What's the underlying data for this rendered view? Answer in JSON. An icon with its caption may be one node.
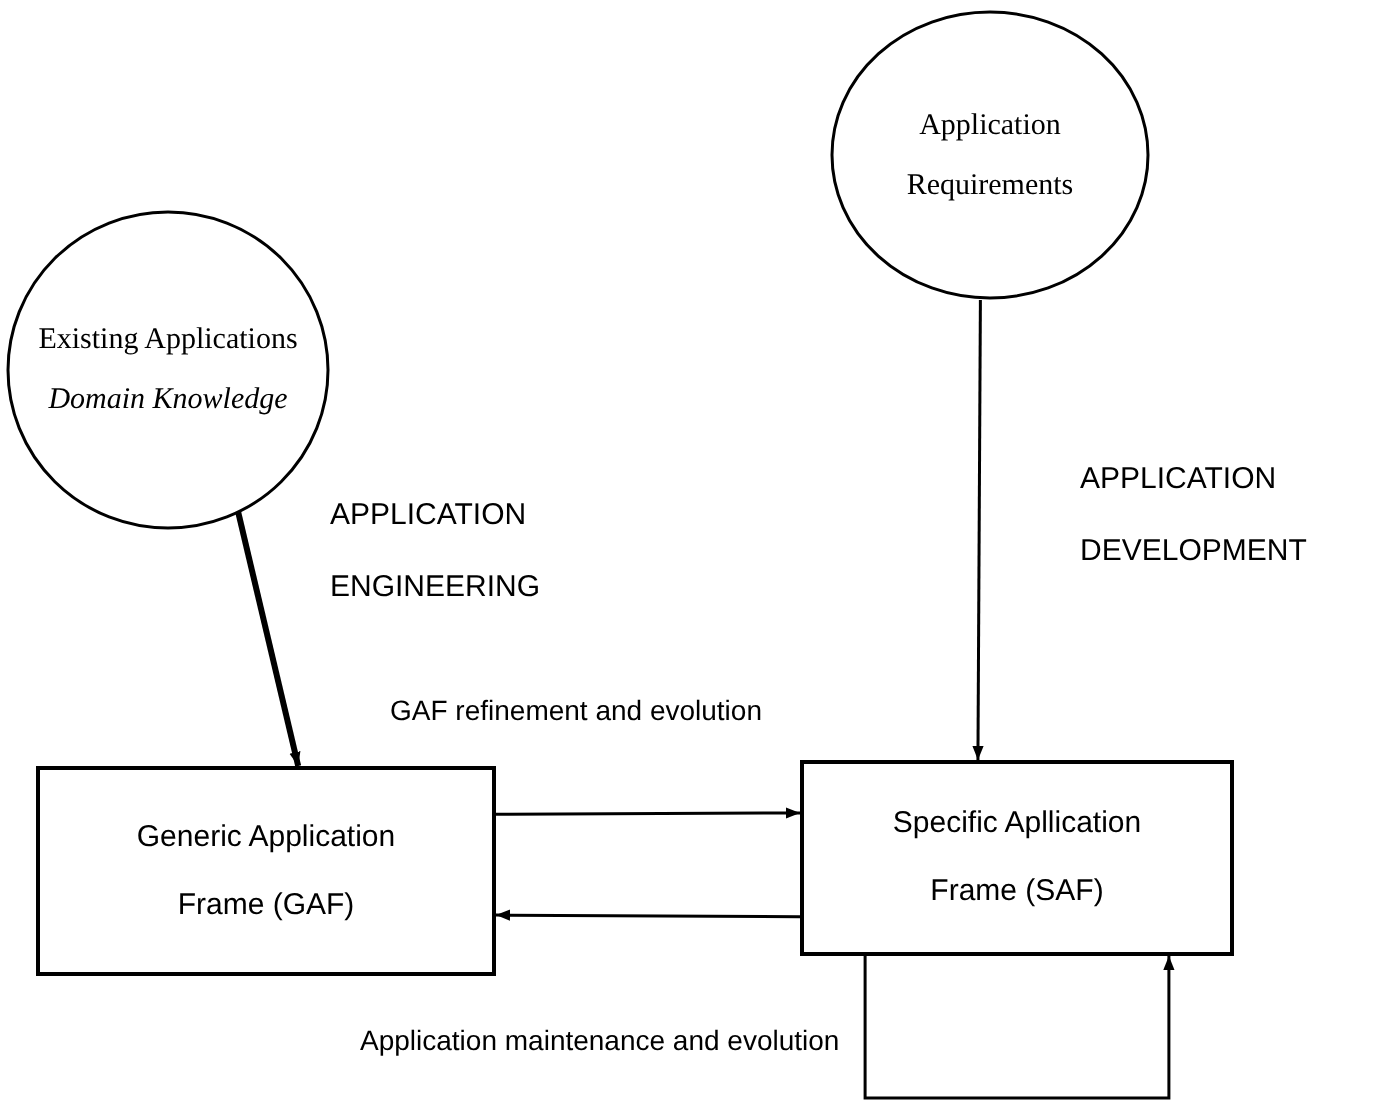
{
  "diagram": {
    "nodes": [
      {
        "text": [
          "Existing Applications",
          "Domain Knowledge"
        ]
      },
      {
        "text": [
          "Application Requirements"
        ]
      },
      {
        "text": [
          "Generic Application Frame (GAF)"
        ]
      },
      {
        "text": [
          "Specific Apllication Frame (SAF)"
        ]
      }
    ],
    "edges": [
      {
        "from": 0,
        "to": 2,
        "arrow": "to",
        "style": "thick",
        "label": "APPLICATION ENGINEERING"
      },
      {
        "from": 1,
        "to": 3,
        "arrow": "to",
        "label": "APPLICATION DEVELOPMENT"
      },
      {
        "from": 2,
        "to": 3,
        "arrow": "to",
        "label": "GAF refinement and evolution"
      },
      {
        "from": 3,
        "to": 2,
        "arrow": "to"
      },
      {
        "from": 3,
        "to": 3,
        "arrow": "to",
        "label": "Application maintenance and evolution"
      }
    ]
  }
}
